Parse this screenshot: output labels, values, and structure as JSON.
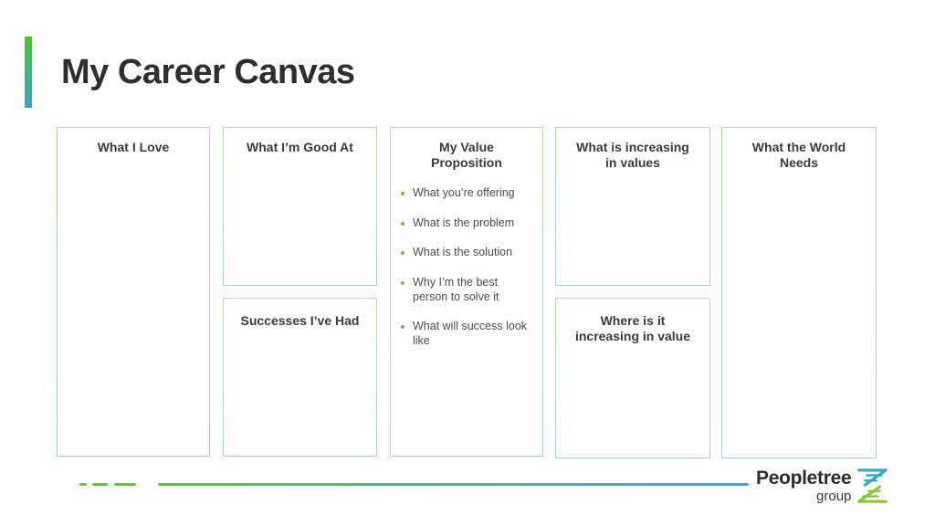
{
  "slide": {
    "title": "My Career Canvas"
  },
  "canvas": {
    "boxes": [
      {
        "id": "what-i-love",
        "title": "What I Love"
      },
      {
        "id": "what-im-good-at",
        "title": "What I’m Good At"
      },
      {
        "id": "successes",
        "title": "Successes I’ve Had"
      },
      {
        "id": "value-proposition",
        "title": "My Value Proposition",
        "bullets": [
          "What you’re offering",
          "What is the problem",
          "What is the solution",
          "Why I’m the best person to solve it",
          "What will success look like"
        ]
      },
      {
        "id": "increasing-in-values",
        "title": "What is increasing in values"
      },
      {
        "id": "where-increasing",
        "title": "Where is it increasing in value"
      },
      {
        "id": "world-needs",
        "title": "What the World Needs"
      }
    ]
  },
  "footer": {
    "logo_name": "Peopletree",
    "logo_sub": "group",
    "logo_icon": "dna-helix-icon"
  },
  "colors": {
    "title_text": "#2e2e2e",
    "accent_green": "#4fc62d",
    "accent_blue": "#44a1cc",
    "box_border_top": "#b4dba1",
    "box_border_bottom": "#a5cee3",
    "bullet_green": "#76b94e",
    "line_green": "#63c146",
    "line_blue": "#4a9fd9"
  }
}
